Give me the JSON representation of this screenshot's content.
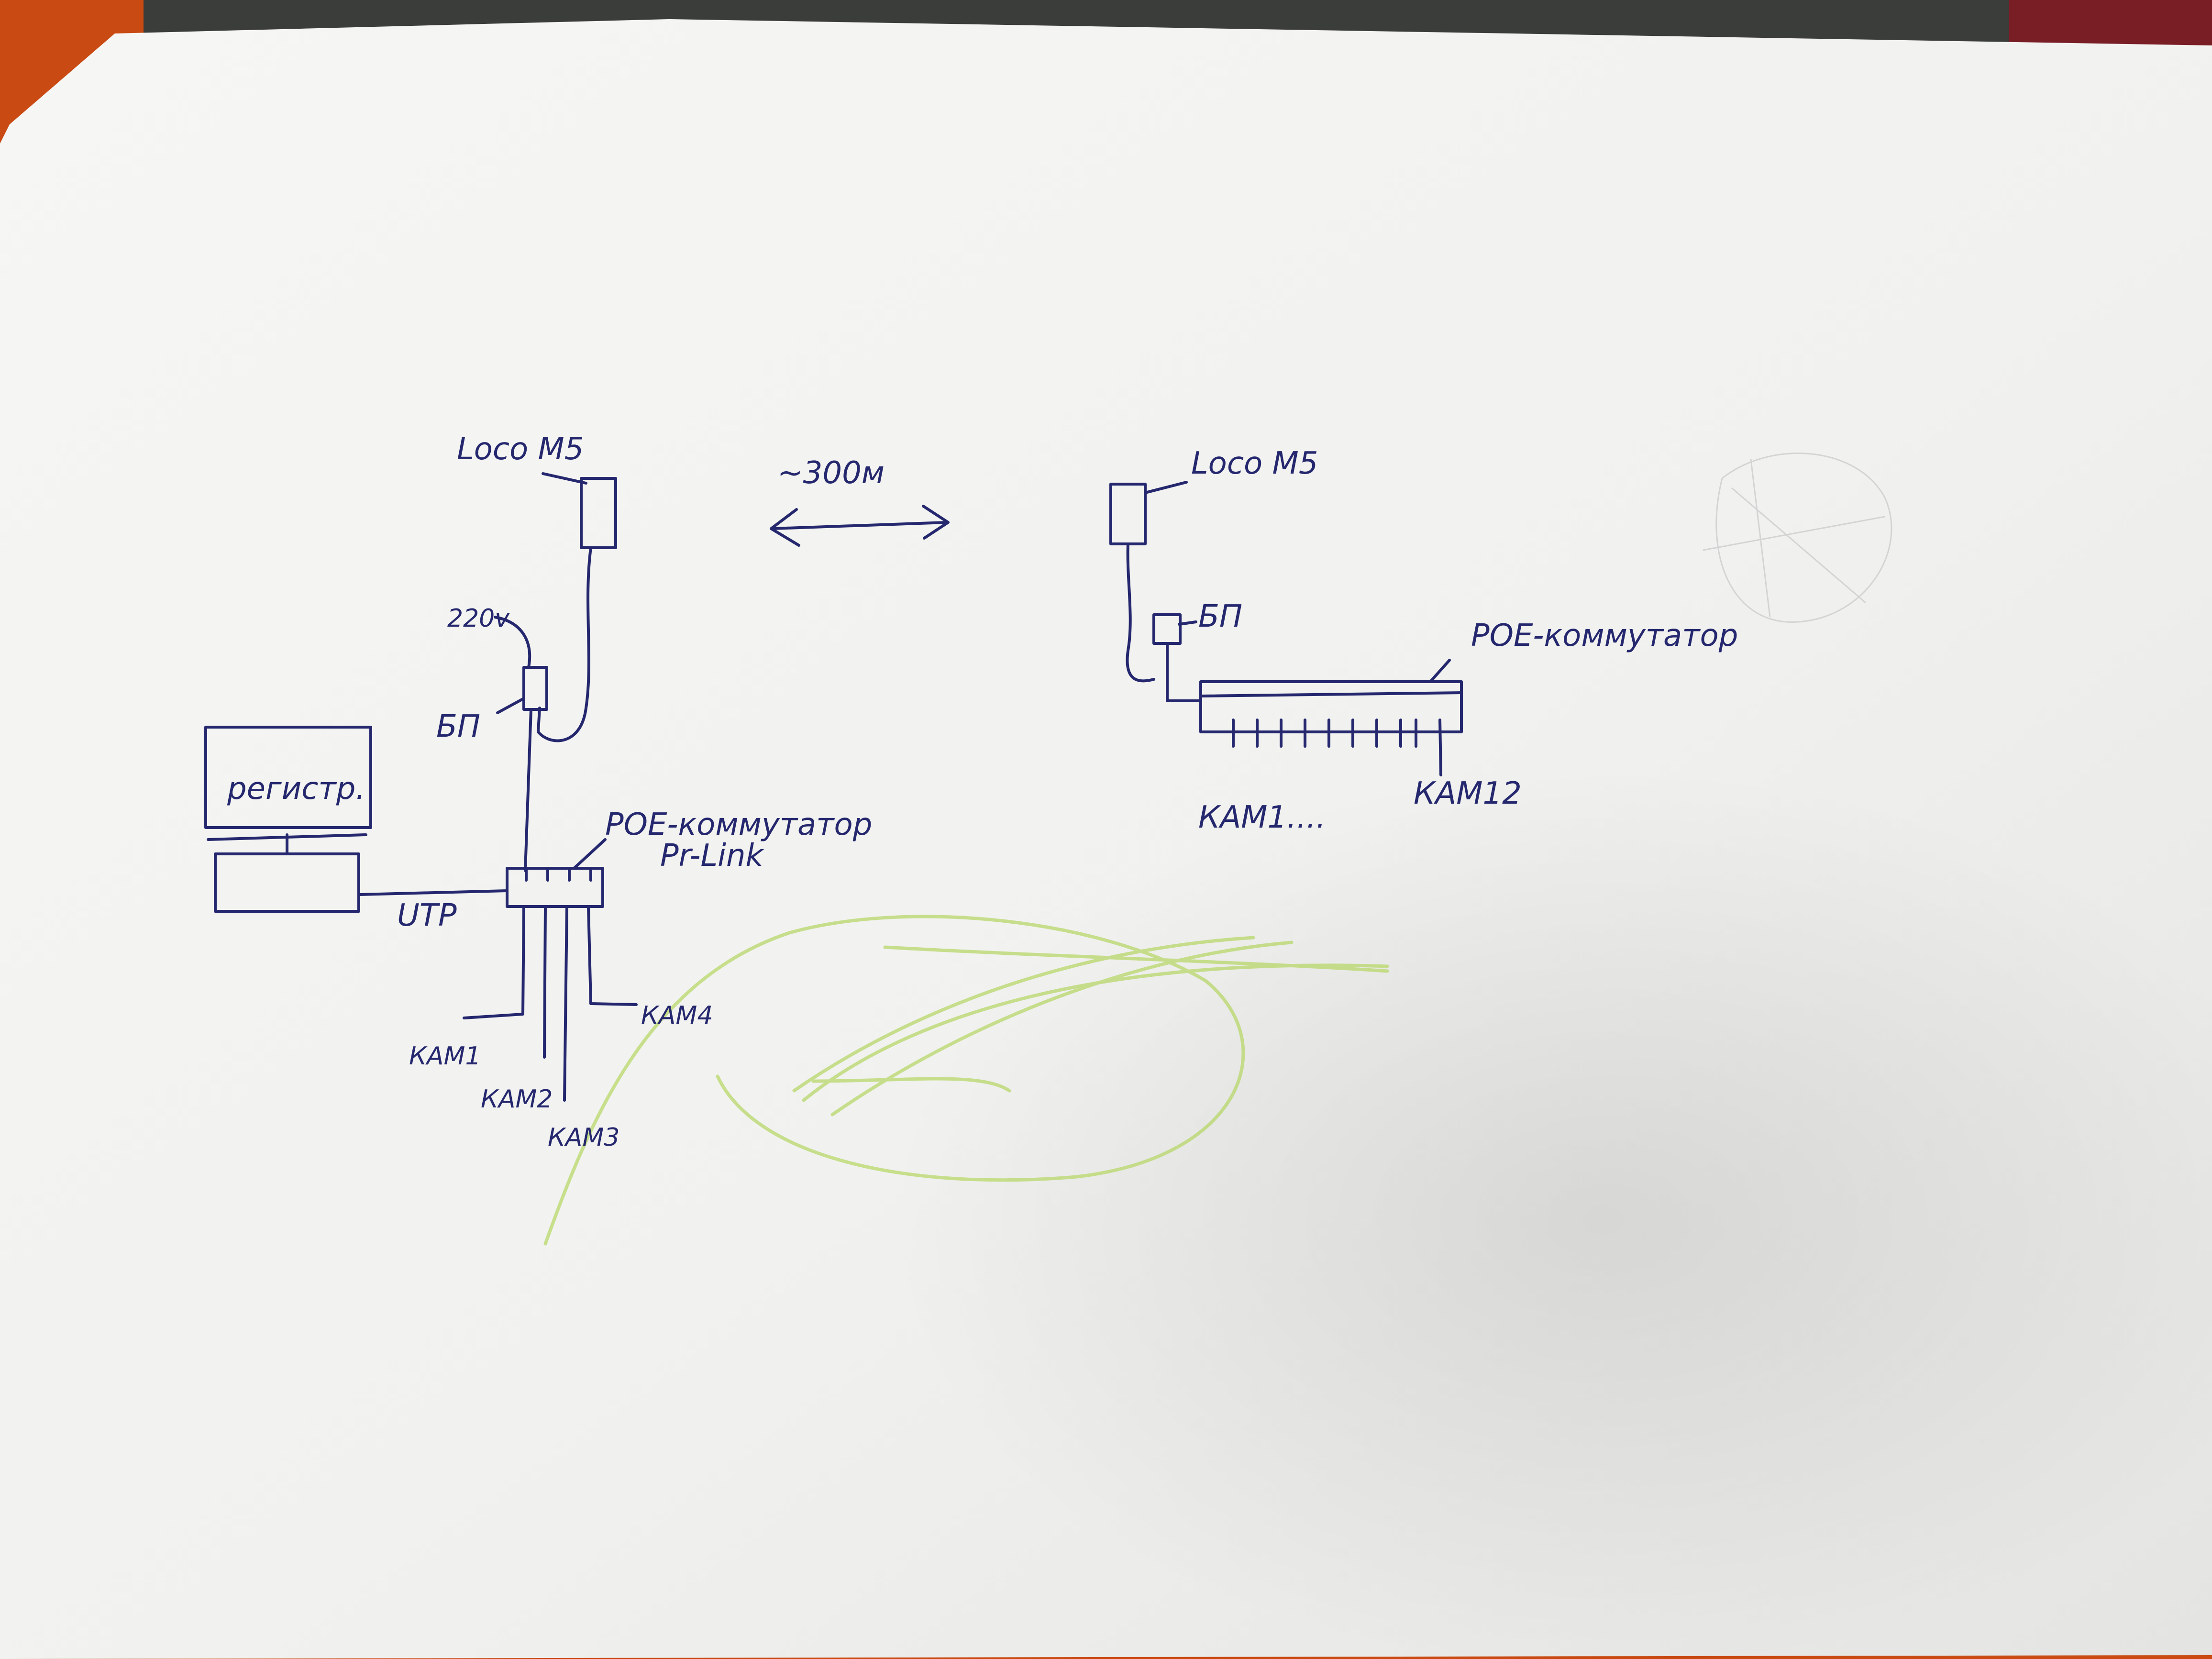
{
  "left_site": {
    "antenna_label": "Loco M5",
    "power_label": "220v",
    "psu_label": "БП",
    "recorder_label": "регистр.",
    "cable_label": "UTP",
    "switch_label_line1": "POE-коммутатор",
    "switch_label_line2": "Pr-Link",
    "cameras": [
      "КАМ1",
      "КАМ2",
      "КАМ3",
      "КАМ4"
    ]
  },
  "link": {
    "distance_label": "~300м"
  },
  "right_site": {
    "antenna_label": "Loco M5",
    "psu_label": "БП",
    "switch_label": "POE-коммутатор",
    "camera_first_label": "КАМ1....",
    "camera_last_label": "КАМ12"
  },
  "colors": {
    "ink": "#25286e",
    "paper": "#f4f4f2",
    "background_orange": "#c94a12",
    "background_dark": "#3a3d3a",
    "highlighter_green": "#b8d86a"
  }
}
